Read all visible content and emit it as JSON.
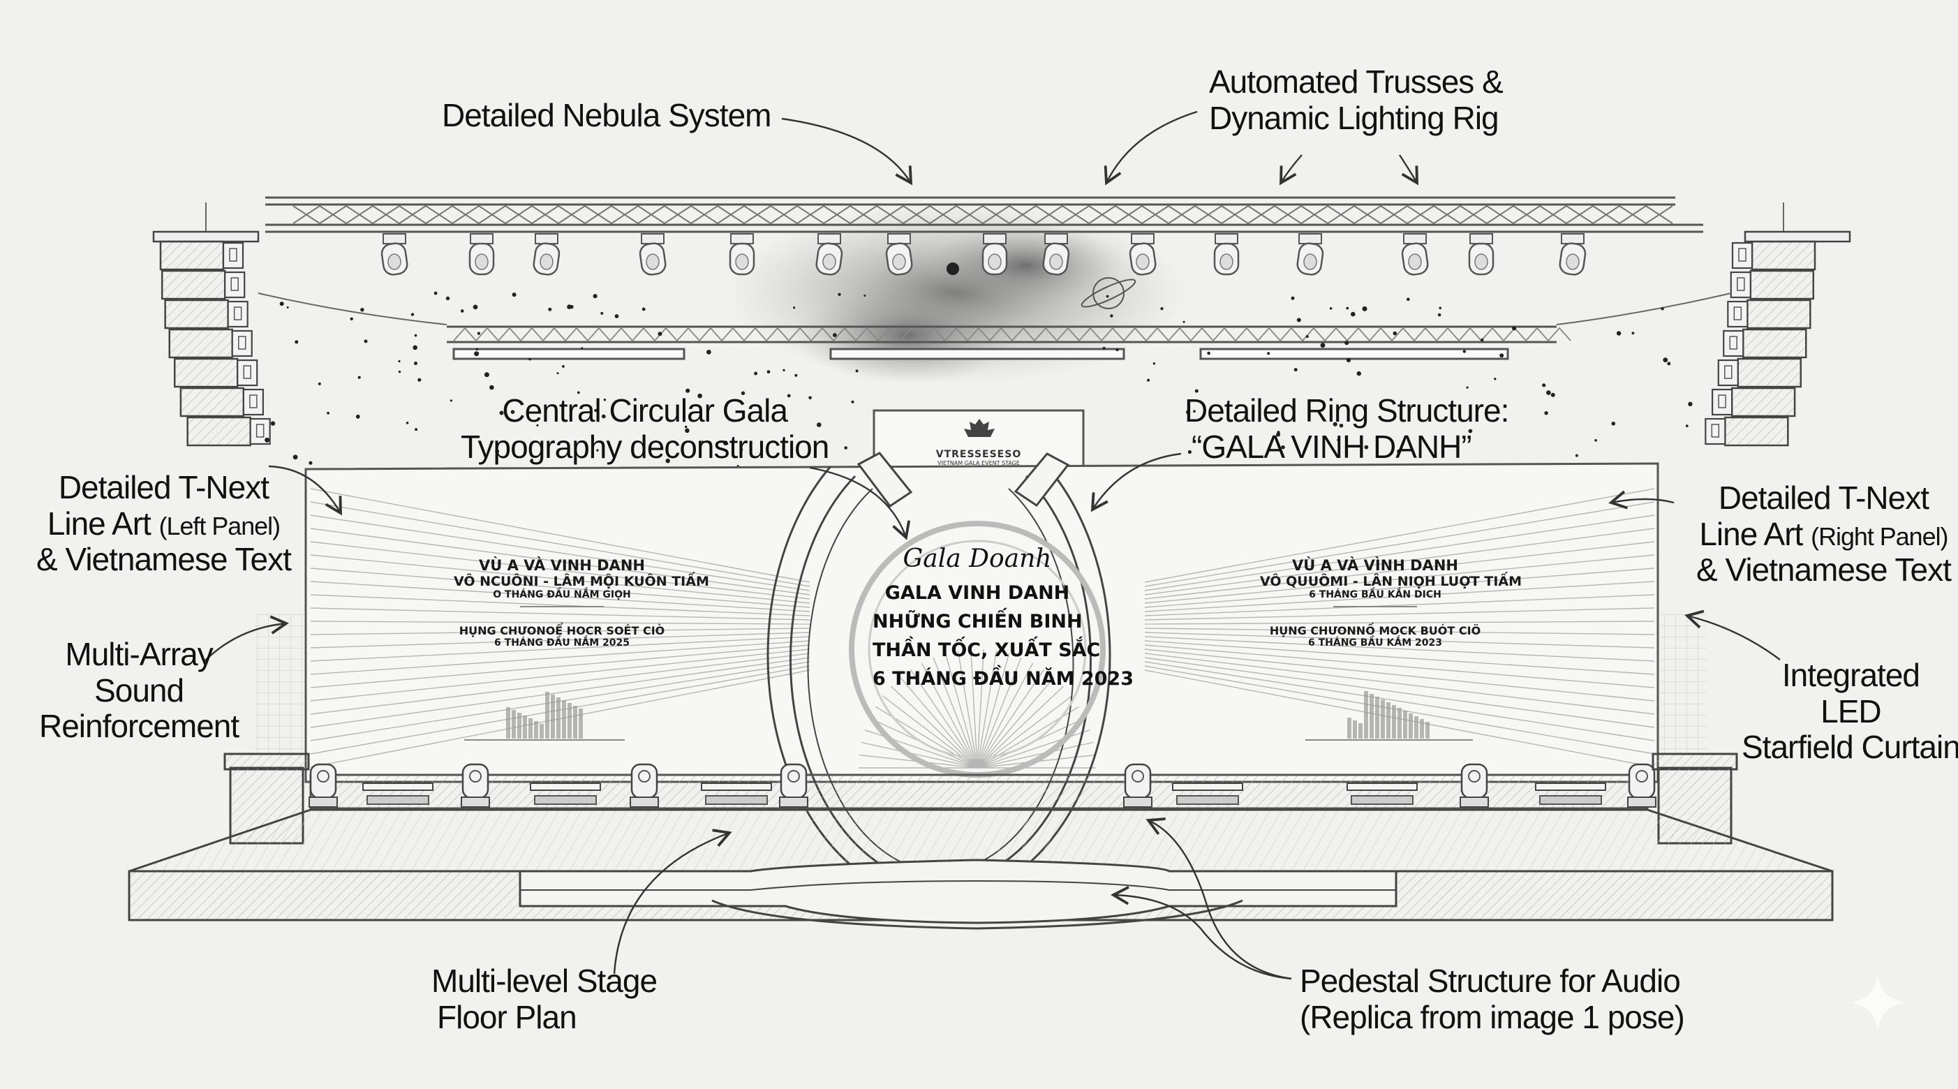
{
  "callouts": {
    "nebula": "Detailed Nebula System",
    "trusses_line1": "Automated Trusses &",
    "trusses_line2": "Dynamic Lighting Rig",
    "central_line1": "Central Circular Gala",
    "central_line2": "Typography deconstruction",
    "ring_line1": "Detailed Ring Structure:",
    "ring_line2": "“GALA VINH DANH”",
    "left_panel_line1": "Detailed T-Next",
    "left_panel_line2": "Line Art",
    "left_panel_line2_small": "(Left Panel)",
    "left_panel_line3": "& Vietnamese Text",
    "right_panel_line1": "Detailed T-Next",
    "right_panel_line2": "Line Art",
    "right_panel_line2_small": "(Right Panel)",
    "right_panel_line3": "& Vietnamese Text",
    "sound_line1": "Multi-Array",
    "sound_line2": "Sound",
    "sound_line3": "Reinforcement",
    "led_line1": "Integrated",
    "led_line2": "LED",
    "led_line3": "Starfield Curtain",
    "floor_line1": "Multi-level Stage",
    "floor_line2": "Floor Plan",
    "pedestal_line1": "Pedestal Structure for Audio",
    "pedestal_line2": "(Replica from image 1 pose)"
  },
  "ring": {
    "script": "Gala Doanh",
    "lines": [
      "GALA VINH DANH",
      "NHỮNG CHIẾN BINH",
      "THẦN TỐC, XUẤT SẮC",
      "6 THÁNG ĐẦU NĂM 2023"
    ]
  },
  "left_panel": {
    "l1": "VÙ A VÀ VINH DANH",
    "l2": "VÔ NCUÔNI - LÂM MỘI KUÔN TIẤM",
    "l3": "O THÁNG ĐẦU NẮM GIỌH",
    "l4": "HỤNG CHƯONOỂ HOCR SOÉT CIÒ",
    "l5": "6 THÁNG ĐẦU NẮM 2025"
  },
  "right_panel": {
    "l1": "VÙ A VÀ VÌNH DANH",
    "l2": "VÔ QUUÔMI - LÂN NIỌH LUỢT TIẤM",
    "l3": "6 THÁNG BẦU KẮN DICH",
    "l4": "HỤNG CHƯONNỐ MOCK BUÓT CIÖ",
    "l5": "6 THÁNG BẦU KẮM 2023"
  },
  "top_sign": {
    "name": "VTRESSESESO",
    "tagline": "VIETNAM GALA EVENT STAGE"
  },
  "colors": {
    "paper": "#f1f1ef",
    "ink": "#111111",
    "pencil": "#555555",
    "light_pencil": "#9a9a9a"
  }
}
